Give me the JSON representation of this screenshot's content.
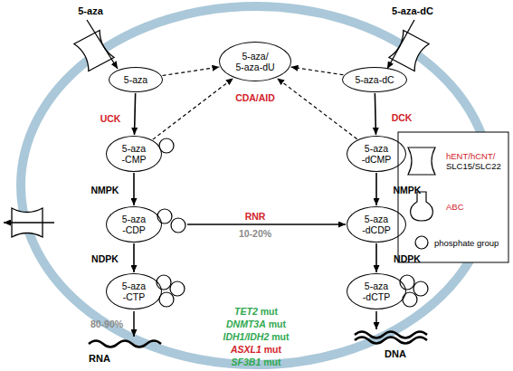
{
  "diagram": {
    "nodes": [
      {
        "text": [
          "5-aza"
        ]
      },
      {
        "text": [
          "5-aza/ 5-aza-dU"
        ]
      },
      {
        "text": [
          "5-aza-dC"
        ]
      },
      {
        "text": [
          "5-aza -CMP"
        ]
      },
      {
        "text": [
          "5-aza -dCMP"
        ]
      },
      {
        "text": [
          "5-aza -CDP"
        ]
      },
      {
        "text": [
          "5-aza -dCDP"
        ]
      },
      {
        "text": [
          "5-aza -CTP"
        ]
      },
      {
        "text": [
          "5-aza -dCTP"
        ]
      }
    ],
    "edges": [
      {
        "from": 0,
        "to": 3,
        "arrow": "to",
        "label": "UCK"
      },
      {
        "from": 3,
        "to": 5,
        "arrow": "to",
        "label": "NMPK"
      },
      {
        "from": 5,
        "to": 7,
        "arrow": "to",
        "label": "NDPK"
      },
      {
        "from": 5,
        "to": 6,
        "arrow": "to",
        "label": "RNR"
      },
      {
        "from": 2,
        "to": 4,
        "arrow": "to",
        "label": "DCK"
      },
      {
        "from": 4,
        "to": 6,
        "arrow": "to",
        "label": "NMPK"
      },
      {
        "from": 6,
        "to": 8,
        "arrow": "to",
        "label": "NDPK"
      },
      {
        "from": 0,
        "to": 1,
        "arrow": "to"
      },
      {
        "from": 2,
        "to": 1,
        "arrow": "to"
      },
      {
        "from": 3,
        "to": 1,
        "arrow": "to"
      },
      {
        "from": 4,
        "to": 1,
        "arrow": "to"
      }
    ],
    "labels": [
      "5-aza",
      "5-aza-dC",
      "CDA/AID",
      "10-20%",
      "80-90%",
      "RNA",
      "DNA",
      "TET2 mut",
      "DNMT3A mut",
      "IDH1/IDH2 mut",
      "ASXL1 mut",
      "SF3B1 mut"
    ],
    "legend": [
      {
        "text": "hENT/hCNT/ SLC15/SLC22"
      },
      {
        "text": "ABC"
      },
      {
        "text": "phosphate group"
      }
    ]
  }
}
